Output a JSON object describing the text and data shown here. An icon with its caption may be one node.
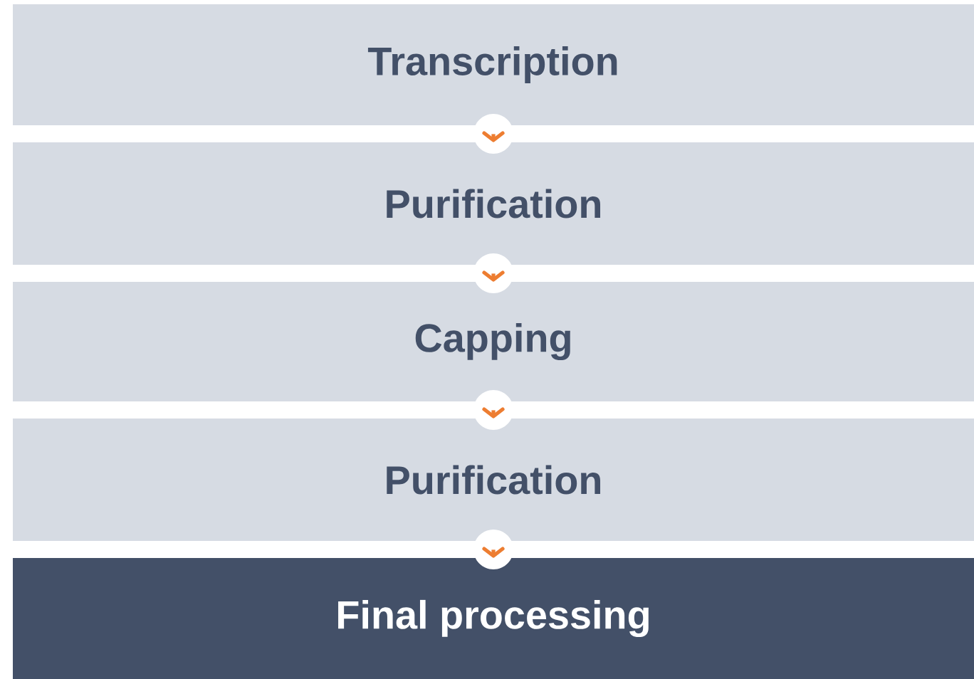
{
  "diagram": {
    "nodes": [
      {
        "text": [
          "Transcription"
        ]
      },
      {
        "text": [
          "Purification"
        ]
      },
      {
        "text": [
          "Capping"
        ]
      },
      {
        "text": [
          "Purification"
        ]
      },
      {
        "text": [
          "Final processing"
        ]
      }
    ],
    "edges": [
      {
        "from": 0,
        "to": 1,
        "arrow": "to"
      },
      {
        "from": 1,
        "to": 2,
        "arrow": "to"
      },
      {
        "from": 2,
        "to": 3,
        "arrow": "to"
      },
      {
        "from": 3,
        "to": 4,
        "arrow": "to"
      }
    ]
  }
}
